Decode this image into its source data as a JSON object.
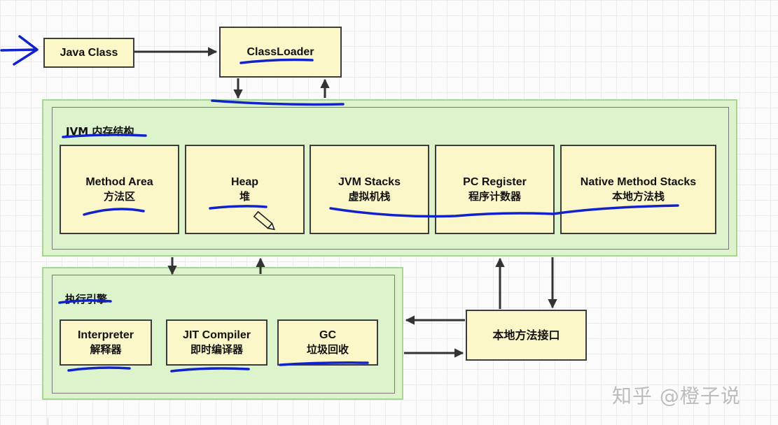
{
  "diagram": {
    "java_class": "Java Class",
    "class_loader": "ClassLoader",
    "jvm_memory": {
      "title": "JVM 内存结构",
      "areas": [
        {
          "en": "Method Area",
          "zh": "方法区"
        },
        {
          "en": "Heap",
          "zh": "堆"
        },
        {
          "en": "JVM Stacks",
          "zh": "虚拟机栈"
        },
        {
          "en": "PC Register",
          "zh": "程序计数器"
        },
        {
          "en": "Native Method Stacks",
          "zh": "本地方法栈"
        }
      ]
    },
    "execution_engine": {
      "title": "执行引擎",
      "components": [
        {
          "en": "Interpreter",
          "zh": "解释器"
        },
        {
          "en": "JIT Compiler",
          "zh": "即时编译器"
        },
        {
          "en": "GC",
          "zh": "垃圾回收"
        }
      ]
    },
    "native_interface": "本地方法接口"
  },
  "watermark": "知乎 @橙子说",
  "colors": {
    "box_fill": "#fbf7c8",
    "panel_fill": "#dcf3cc",
    "annotation_ink": "#1122cc"
  }
}
